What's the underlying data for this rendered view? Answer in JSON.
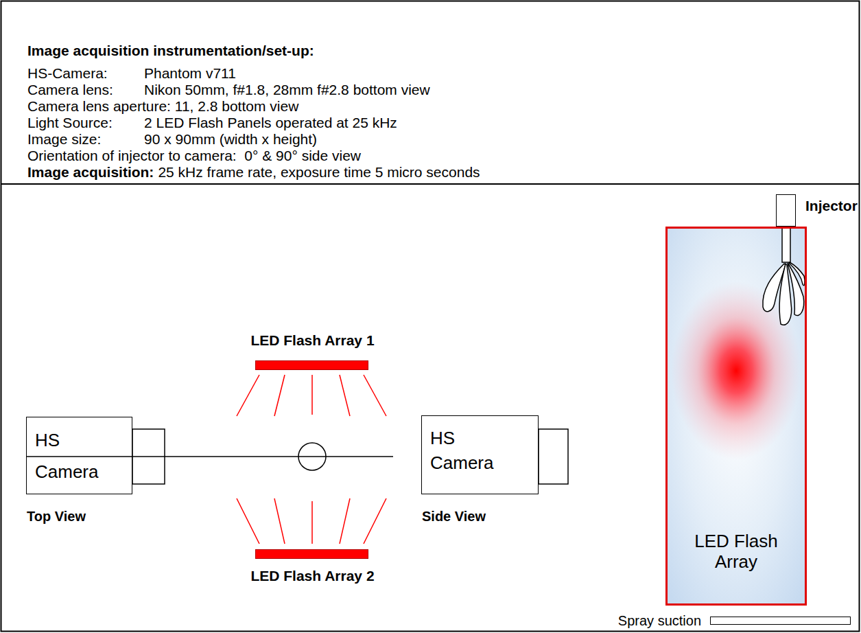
{
  "diagram": {
    "title": "Image acquisition instrumentation/set-up:",
    "nodes": [
      {
        "text": [
          "HS Camera",
          "Top View"
        ]
      },
      {
        "text": [
          "LED Flash Array 1"
        ]
      },
      {
        "text": [
          "LED Flash Array 2"
        ]
      },
      {
        "text": [
          "HS Camera",
          "Side View"
        ]
      },
      {
        "text": [
          "Injector"
        ]
      },
      {
        "text": [
          "LED Flash Array"
        ]
      },
      {
        "text": [
          "Spray suction"
        ]
      }
    ],
    "labels": [
      "HS-Camera:",
      "Phantom v711",
      "Camera lens:",
      "Nikon 50mm, f#1.8, 28mm f#2.8 bottom view",
      "Camera lens aperture: 11, 2.8 bottom view",
      "Light Source:",
      "2 LED Flash Panels operated at 25 kHz",
      "Image size:",
      "90 x 90mm (width x height)",
      "Orientation of injector to camera:  0° & 90° side view",
      "Image acquisition:",
      "25 kHz frame rate, exposure time 5 micro seconds"
    ]
  }
}
